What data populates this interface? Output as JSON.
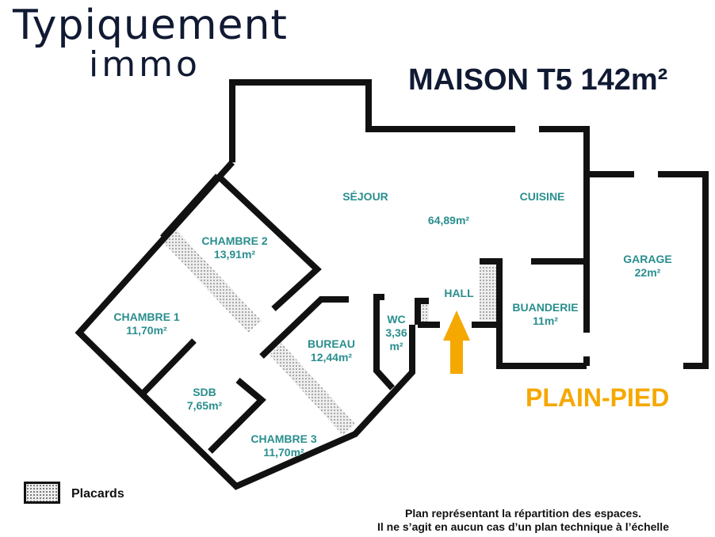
{
  "logo": {
    "line1": "Typiquement",
    "line2": "immo"
  },
  "title": "MAISON T5 142m²",
  "rooms": [
    {
      "name": "SÉJOUR",
      "area": ""
    },
    {
      "name": "",
      "area": "64,89m²"
    },
    {
      "name": "CUISINE",
      "area": ""
    },
    {
      "name": "GARAGE",
      "area": "22m²"
    },
    {
      "name": "CHAMBRE 2",
      "area": "13,91m²"
    },
    {
      "name": "CHAMBRE 1",
      "area": "11,70m²"
    },
    {
      "name": "HALL",
      "area": ""
    },
    {
      "name": "BUANDERIE",
      "area": "11m²"
    },
    {
      "name": "WC",
      "area": "3,36"
    },
    {
      "name": "m²",
      "area": ""
    },
    {
      "name": "BUREAU",
      "area": "12,44m²"
    },
    {
      "name": "SDB",
      "area": "7,65m²"
    },
    {
      "name": "CHAMBRE 3",
      "area": "11,70m²"
    }
  ],
  "level": "PLAIN-PIED",
  "legend": {
    "label": "Placards"
  },
  "note": {
    "line1": "Plan représentant la répartition des espaces.",
    "line2": "Il ne s’agit en aucun cas d’un plan technique à l’échelle"
  },
  "colors": {
    "teal": "#2a8e8e",
    "orange": "#f5a800",
    "navy": "#111a33"
  }
}
